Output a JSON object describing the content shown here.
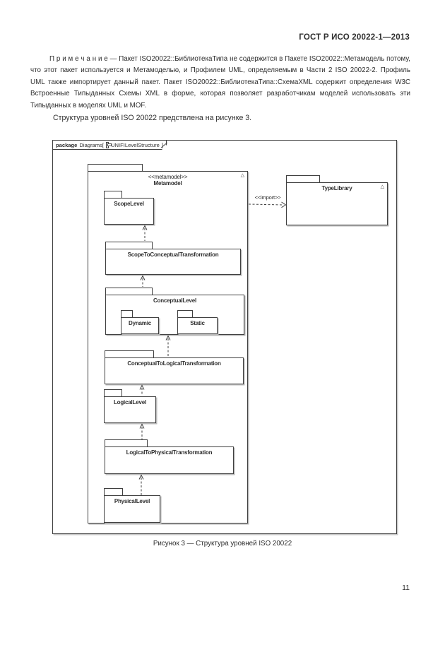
{
  "page": {
    "header": "ГОСТ Р ИСО 20022-1—2013",
    "note": "П р и м е ч а н и е —  Пакет ISO20022::БиблиотекаТипа не содержится в Пакете ISO20022::Метамодель потому, что этот пакет используется и Метамоделью, и Профилем UML, определяемым в Части 2 ISO 20022-2. Профиль UML также импортирует данный пакет. Пакет ISO20022::БиблиотекаТипа::СхемаXML содержит определения W3C Встроенные Типыданных Схемы XML в форме, которая позволяет разработчикам моделей использовать эти Типыданных в моделях UML и MOF.",
    "intro": "Структура уровней ISO 20022 предствлена на рисунке 3.",
    "caption": "Рисунок 3 — Структура уровней ISO 20022",
    "page_number": "11"
  },
  "diagram": {
    "frame": {
      "keyword": "package",
      "context": "Diagrams[",
      "name": "UNIFILevelStructure",
      "bracket_close": "]"
    },
    "import_label": "<<import>>",
    "packages": {
      "metamodel": {
        "stereotype": "<<metamodel>>",
        "label": "Metamodel",
        "marker": "△"
      },
      "type_library": {
        "label": "TypeLibrary",
        "marker": "△"
      },
      "scope_level": {
        "label": "ScopeLevel"
      },
      "scope_to_conceptual": {
        "label": "ScopeToConceptualTransformation"
      },
      "conceptual_level": {
        "label": "ConceptualLevel"
      },
      "dynamic": {
        "label": "Dynamic"
      },
      "static": {
        "label": "Static"
      },
      "conceptual_to_logical": {
        "label": "ConceptualToLogicalTransformation"
      },
      "logical_level": {
        "label": "LogicalLevel"
      },
      "logical_to_physical": {
        "label": "LogicalToPhysicalTransformation"
      },
      "physical_level": {
        "label": "PhysicalLevel"
      }
    },
    "colors": {
      "ink": "#2e2e2e",
      "line": "#3f3f3f",
      "shadow": "#b9b9b9"
    }
  }
}
